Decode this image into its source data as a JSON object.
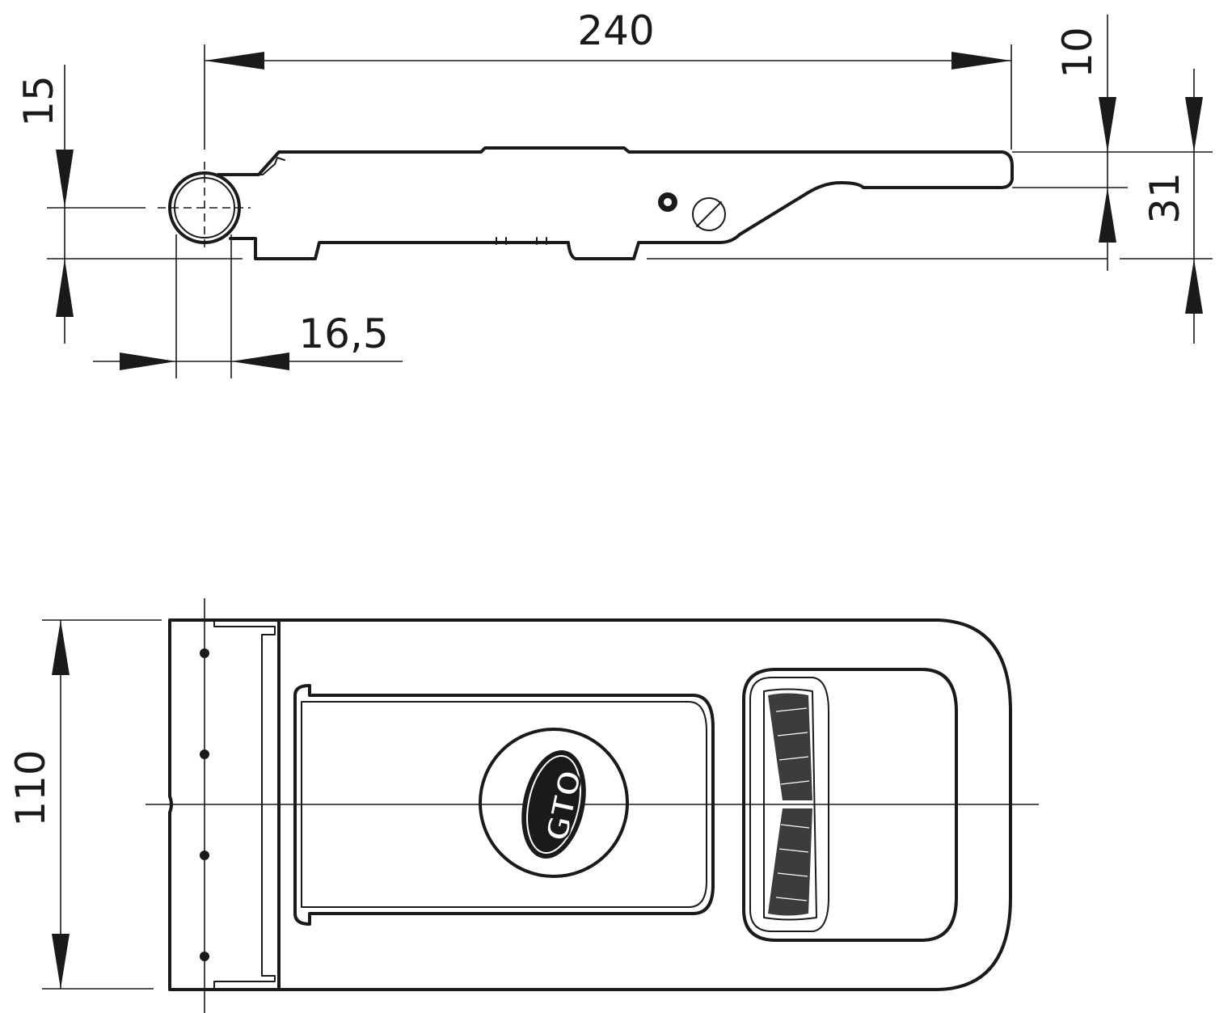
{
  "drawing": {
    "side_view": {
      "dimensions": {
        "length": "240",
        "height_lever": "10",
        "height_total": "31",
        "pivot_offset": "15",
        "pivot_diameter": "16,5"
      }
    },
    "top_view": {
      "dimensions": {
        "width": "110"
      },
      "logo_text": "GTO"
    }
  }
}
